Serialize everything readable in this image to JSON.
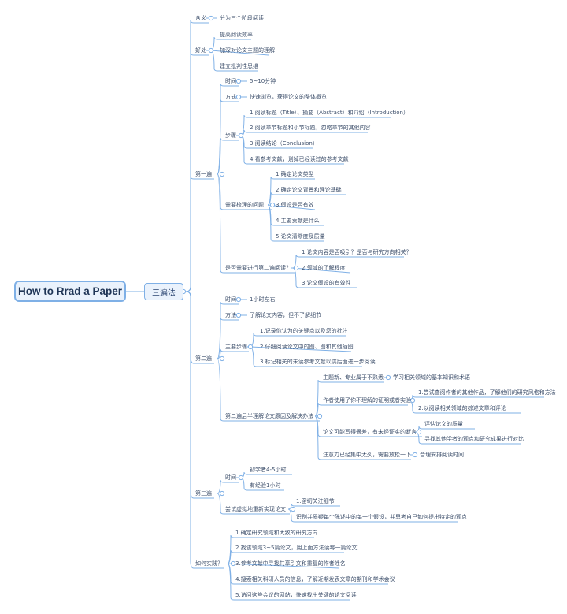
{
  "root": "How to Rrad a Paper",
  "main": "三遍法",
  "yiyi": {
    "label": "含义",
    "desc": "分为三个阶段阅读"
  },
  "haochu": {
    "label": "好处",
    "items": [
      "提高阅读效率",
      "加深对论文主题的理解",
      "建立批判性思维"
    ]
  },
  "p1": {
    "label": "第一遍",
    "time_label": "时间",
    "time": "5~10分钟",
    "way_label": "方式",
    "way": "快速浏览，获得论文的整体概览",
    "steps_label": "步骤",
    "steps": [
      "1.阅读标题（Title）、摘要（Abstract）和介绍（Introduction）",
      "2.阅读章节标题和小节标题，忽略章节的其他内容",
      "3.阅读结论（Conclusion）",
      "4.看参考文献，划掉已经读过的参考文献"
    ],
    "q_label": "需要梳理的问题",
    "questions": [
      "1.确定论文类型",
      "2.确定论文背景和理论基础",
      "3.假设是否有效",
      "4.主要贡献是什么",
      "5.论文清晰度及质量"
    ],
    "need_label": "是否需要进行第二遍阅读？",
    "need": [
      "1.论文内容是否吸引？是否与研究方向相关？",
      "2.领域的了解程度",
      "3.论文假设的有效性"
    ]
  },
  "p2": {
    "label": "第二遍",
    "time_label": "时间",
    "time": "1小时左右",
    "way_label": "方法",
    "way": "了解论文内容，但不了解细节",
    "steps_label": "主要步骤",
    "steps": [
      "1.记录你认为的关键点以及您的批注",
      "2.仔细阅读论文中的图、图和其他插图",
      "3.标记相关的未读参考文献以供后面进一步阅读"
    ],
    "reason_label": "第二遍后半理解论文原因及解决办法",
    "r1": "主题新、专业属于不熟悉",
    "r1a": "学习相关领域的基本知识和术语",
    "r2": "作者使用了你不理解的证明或者实验",
    "r2a": [
      "1.尝试查阅作者的其他作品，了解他们的研究风格和方法",
      "2.以阅读相关领域的综述文章和评论"
    ],
    "r3": "论文可能写得很差，有未经证实的断言",
    "r3a": [
      "评估论文的质量",
      "寻找其他学者的观点和研究成果进行对比"
    ],
    "r4": "注意力已经集中太久，需要放松一下",
    "r4a": "合理安排阅读时间"
  },
  "p3": {
    "label": "第三遍",
    "time_label": "时间",
    "times": [
      "初学者4-5小时",
      "有经验1小时"
    ],
    "try_label": "尝试虚拟地重新实现论文",
    "try": [
      "1.密切关注细节",
      "识别并质疑每个陈述中的每一个假设，并思考自己如何提出特定的观点"
    ]
  },
  "practice": {
    "label": "如何实践？",
    "items": [
      "1.确定研究领域和大致的研究方向",
      "2.找该领域3~5篇论文，用上面方法读每一篇论文",
      "3.参考文献中寻找共享引文和重复的作者姓名",
      "4.搜索相关科研人员的信息，了解近期发表文章的期刊和学术会议",
      "5.访问这些会议的网站，快速找出关键的论文阅读"
    ]
  },
  "colors": {
    "line": "#7fb0e6",
    "text": "#3d4f6b",
    "rootBorder": "#7fb0e6",
    "rootFill": "#eaf2fc"
  }
}
